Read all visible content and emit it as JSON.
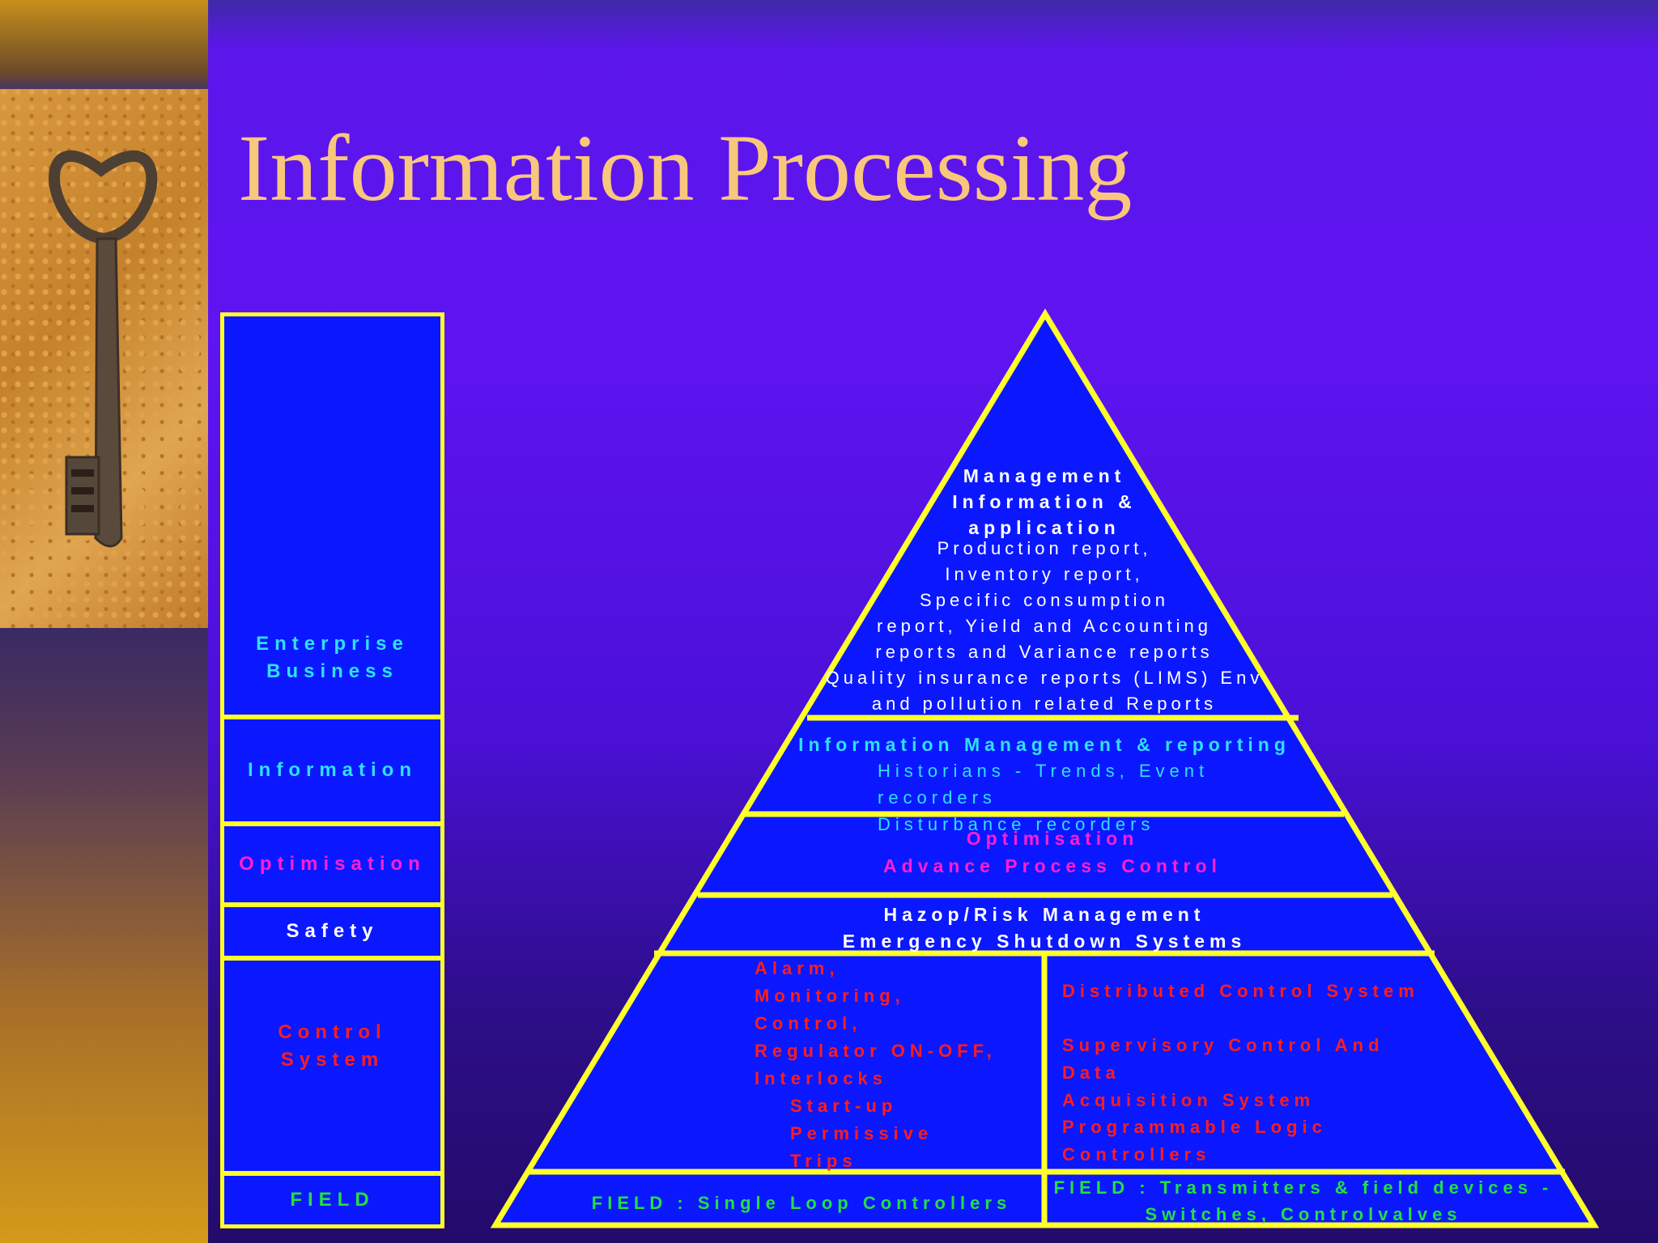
{
  "title": "Information Processing",
  "colors": {
    "background": "#5f14f2",
    "title": "#f8c77b",
    "fill": "#0b18ff",
    "border": "#ffff2a",
    "cyan": "#2fe0f5",
    "magenta": "#ff1fd2",
    "white": "#ffffff",
    "red": "#ff1d1d",
    "green": "#22e040"
  },
  "left_column": {
    "enterprise": "Enterprise\nBusiness",
    "information": "Information",
    "optimisation": "Optimisation",
    "safety": "Safety",
    "control": "Control\nSystem",
    "field": "FIELD"
  },
  "pyramid": {
    "mgmt_heading": "Management\nInformation &\napplication",
    "mgmt_body": "Production report,\nInventory report,\nSpecific consumption\nreport, Yield and Accounting\nreports and  Variance reports\nQuality insurance reports (LIMS) Env\nand pollution related Reports",
    "info_heading": "Information Management & reporting",
    "info_body": "Historians - Trends, Event recorders\nDisturbance recorders",
    "opt_heading": "Optimisation",
    "opt_body": "Advance Process Control",
    "safety_line1": "Hazop/Risk Management",
    "safety_line2": "Emergency Shutdown Systems",
    "control_left": "Alarm,\nMonitoring,\nControl,\nRegulator ON-OFF,\nInterlocks",
    "control_left_sub": "Start-up\nPermissive\nTrips",
    "control_right_1": "Distributed Control System",
    "control_right_2": "Supervisory Control And Data\nAcquisition System",
    "control_right_3": "Programmable Logic\nControllers",
    "field_left": "FIELD : Single Loop Controllers",
    "field_right": "FIELD : Transmitters & field devices -\nSwitches, Controlvalves"
  }
}
